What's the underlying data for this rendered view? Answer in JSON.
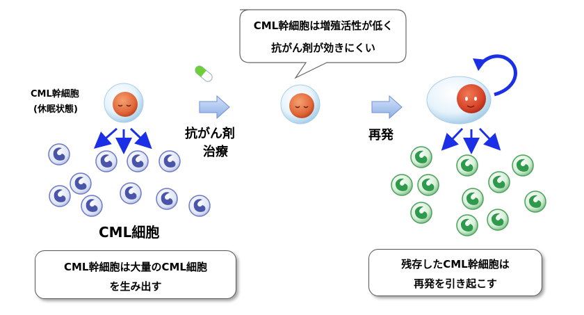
{
  "labels": {
    "stem_cell_line1": "CML幹細胞",
    "stem_cell_line2": "(休眠状態)",
    "cml_cells": "CML細胞",
    "treatment_line1": "抗がん剤",
    "treatment_line2": "治療",
    "relapse": "再発"
  },
  "speech_bubble": {
    "line1": "CML幹細胞は増殖活性が低く",
    "line2": "抗がん剤が効きにくい"
  },
  "left_box": {
    "line1": "CML幹細胞は大量のCML細胞",
    "line2": "を生み出す"
  },
  "right_box": {
    "line1": "残存したCML幹細胞は",
    "line2": "再発を引き起こす"
  },
  "colors": {
    "cml_cell_blue": "#5a63b8",
    "relapse_cell_green": "#3aa65a",
    "arrow_blue": "#1a2fe6",
    "block_arrow_fill": "#a9c4ef",
    "stem_cell_core": "#e8703a"
  },
  "icons": [
    "capsule-icon",
    "cycle-arrow-icon"
  ]
}
